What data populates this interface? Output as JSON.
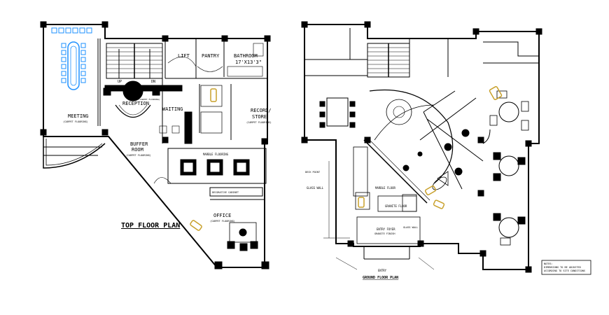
{
  "top_floor": {
    "title": "TOP FLOOR PLAN",
    "rooms": {
      "meeting": "MEETING",
      "meeting_note": "(CARPET FLOORING)",
      "lift": "LIFT",
      "pantry": "PANTRY",
      "bathroom": "BATHROOM",
      "bathroom_size": "17'X13'3\"",
      "up": "UP",
      "dn": "DN",
      "reception": "RECEPTION",
      "reception_note": "(CARPET FLOORING)",
      "waiting": "WAITING",
      "record_store_1": "RECORD/",
      "record_store_2": "STORE",
      "record_note": "(CARPET FLOORING)",
      "buffer_1": "BUFFER",
      "buffer_2": "ROOM",
      "buffer_note": "(CARPET FLOORING)",
      "marble": "MARBLE FLOORING",
      "office": "OFFICE",
      "office_note": "(CARPET FLOORING)",
      "cabinet": "DECORATIVE CABINET"
    }
  },
  "ground_floor": {
    "title": "GROUND FLOOR PLAN",
    "labels": {
      "marble": "MARBLE FLOOR",
      "granite": "GRANITE FLOOR",
      "glass_wall": "GLASS WALL",
      "deck": "DECK POINT",
      "entry": "ENTRY FOYER",
      "entry_note": "GRANITE FINISH",
      "glass_wall2": "GLASS WALL",
      "entry_arrow": "ENTRY"
    }
  },
  "note": {
    "line1": "NOTES:",
    "line2": "DIMENSIONS TO BE ADJUSTED",
    "line3": "ACCORDING TO SITE CONDITIONS"
  },
  "colors": {
    "line": "#000000",
    "furniture_gold": "#c8a02a",
    "meeting_table": "#1e90ff"
  }
}
